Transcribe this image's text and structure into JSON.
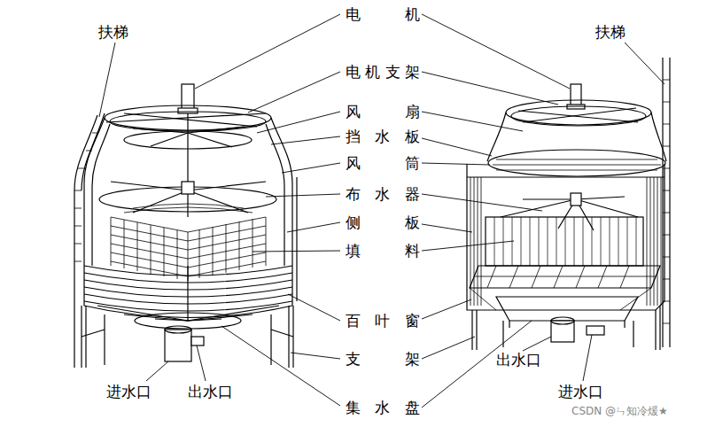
{
  "diagram": {
    "labels": [
      "扶梯",
      "扶梯",
      "电 机",
      "电机支架",
      "风 扇",
      "挡 水 板",
      "风 筒",
      "布 水 器",
      "侧 板",
      "填 料",
      "百 叶 窗",
      "支 架",
      "集 水 盘",
      "进水口",
      "出水口",
      "出水口",
      "进水口",
      "CSDN @ㄣ知冷煖★"
    ]
  }
}
